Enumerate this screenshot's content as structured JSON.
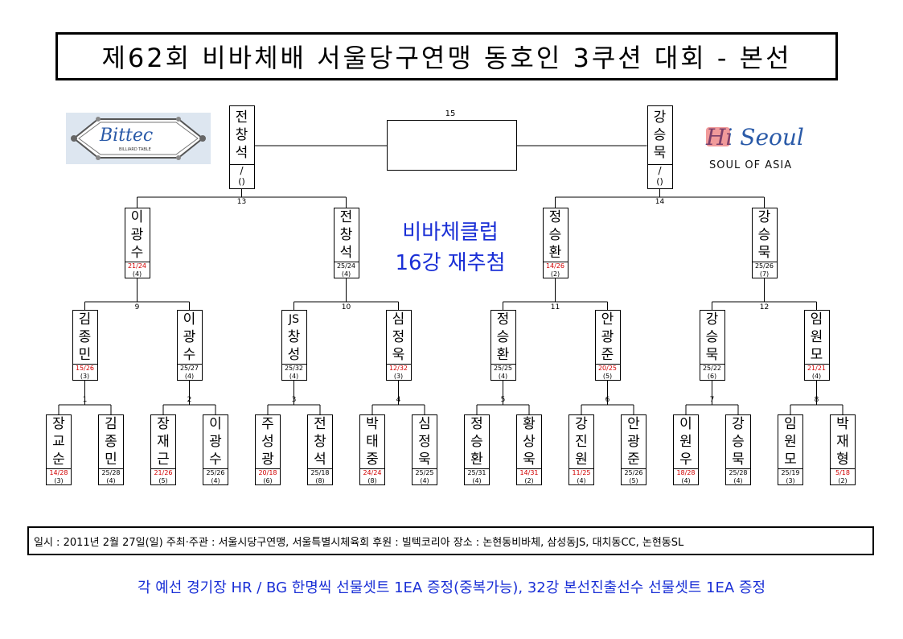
{
  "title": "제62회 비바체배 서울당구연맹 동호인 3쿠션 대회 - 본선",
  "club_note": [
    "비바체클럽",
    "16강 재추첨"
  ],
  "logos": {
    "left_text": "Bittec",
    "left_sub": "BILLIARD TABLE",
    "right_text": "Hi Seoul",
    "right_sub": "SOUL OF ASIA"
  },
  "final": {
    "num": "15"
  },
  "semis": [
    {
      "num": "13",
      "name": [
        "전",
        "창",
        "석"
      ],
      "score": "/",
      "place": "()"
    },
    {
      "num": "14",
      "name": [
        "강",
        "승",
        "묵"
      ],
      "score": "/",
      "place": "()"
    }
  ],
  "quarters": [
    {
      "num": "9",
      "name": [
        "이",
        "광",
        "수"
      ],
      "score": "21/24",
      "place": "(4)",
      "color": "red"
    },
    {
      "num": "10",
      "name": [
        "전",
        "창",
        "석"
      ],
      "score": "25/24",
      "place": "(4)",
      "color": "black"
    },
    {
      "num": "11",
      "name": [
        "정",
        "승",
        "환"
      ],
      "score": "14/26",
      "place": "(2)",
      "color": "red"
    },
    {
      "num": "12",
      "name": [
        "강",
        "승",
        "묵"
      ],
      "score": "25/26",
      "place": "(7)",
      "color": "black"
    }
  ],
  "round16": [
    {
      "name": [
        "김",
        "종",
        "민"
      ],
      "score": "15/26",
      "place": "(3)",
      "color": "red"
    },
    {
      "name": [
        "이",
        "광",
        "수"
      ],
      "score": "25/27",
      "place": "(4)",
      "color": "black"
    },
    {
      "name": [
        "JS",
        "창",
        "성"
      ],
      "score": "25/32",
      "place": "(4)",
      "color": "black"
    },
    {
      "name": [
        "심",
        "정",
        "욱"
      ],
      "score": "12/32",
      "place": "(3)",
      "color": "red"
    },
    {
      "name": [
        "정",
        "승",
        "환"
      ],
      "score": "25/25",
      "place": "(4)",
      "color": "black"
    },
    {
      "name": [
        "안",
        "광",
        "준"
      ],
      "score": "20/25",
      "place": "(5)",
      "color": "red"
    },
    {
      "name": [
        "강",
        "승",
        "묵"
      ],
      "score": "25/22",
      "place": "(6)",
      "color": "black"
    },
    {
      "name": [
        "임",
        "원",
        "모"
      ],
      "score": "21/21",
      "place": "(4)",
      "color": "red"
    }
  ],
  "round32": [
    {
      "num": "1",
      "players": [
        {
          "name": [
            "장",
            "교",
            "순"
          ],
          "score": "14/28",
          "place": "(3)",
          "color": "red"
        },
        {
          "name": [
            "김",
            "종",
            "민"
          ],
          "score": "25/28",
          "place": "(4)",
          "color": "black"
        }
      ]
    },
    {
      "num": "2",
      "players": [
        {
          "name": [
            "장",
            "재",
            "근"
          ],
          "score": "21/26",
          "place": "(5)",
          "color": "red"
        },
        {
          "name": [
            "이",
            "광",
            "수"
          ],
          "score": "25/26",
          "place": "(4)",
          "color": "black"
        }
      ]
    },
    {
      "num": "3",
      "players": [
        {
          "name": [
            "주",
            "성",
            "광"
          ],
          "score": "20/18",
          "place": "(6)",
          "color": "red"
        },
        {
          "name": [
            "전",
            "창",
            "석"
          ],
          "score": "25/18",
          "place": "(8)",
          "color": "black"
        }
      ]
    },
    {
      "num": "4",
      "players": [
        {
          "name": [
            "박",
            "태",
            "중"
          ],
          "score": "24/24",
          "place": "(8)",
          "color": "red"
        },
        {
          "name": [
            "심",
            "정",
            "욱"
          ],
          "score": "25/25",
          "place": "(4)",
          "color": "black"
        }
      ]
    },
    {
      "num": "5",
      "players": [
        {
          "name": [
            "정",
            "승",
            "환"
          ],
          "score": "25/31",
          "place": "(4)",
          "color": "black"
        },
        {
          "name": [
            "황",
            "상",
            "욱"
          ],
          "score": "14/31",
          "place": "(2)",
          "color": "red"
        }
      ]
    },
    {
      "num": "6",
      "players": [
        {
          "name": [
            "강",
            "진",
            "원"
          ],
          "score": "11/25",
          "place": "(4)",
          "color": "red"
        },
        {
          "name": [
            "안",
            "광",
            "준"
          ],
          "score": "25/26",
          "place": "(5)",
          "color": "black"
        }
      ]
    },
    {
      "num": "7",
      "players": [
        {
          "name": [
            "이",
            "원",
            "우"
          ],
          "score": "18/28",
          "place": "(4)",
          "color": "red"
        },
        {
          "name": [
            "강",
            "승",
            "묵"
          ],
          "score": "25/28",
          "place": "(4)",
          "color": "black"
        }
      ]
    },
    {
      "num": "8",
      "players": [
        {
          "name": [
            "임",
            "원",
            "모"
          ],
          "score": "25/19",
          "place": "(3)",
          "color": "black"
        },
        {
          "name": [
            "박",
            "재",
            "형"
          ],
          "score": "5/18",
          "place": "(2)",
          "color": "red"
        }
      ]
    }
  ],
  "info_line": "일시 : 2011년 2월 27일(일)  주최·주관 : 서울시당구연맹, 서울특별시체육회  후원 : 빌텍코리아   장소 : 논현동비바체, 삼성동JS, 대치동CC, 논현동SL",
  "footer_note": "각 예선 경기장 HR / BG 한명씩 선물셋트 1EA 증정(중복가능), 32강 본선진출선수 선물셋트 1EA 증정",
  "colors": {
    "red": "#d00000",
    "blue": "#1a2fd6",
    "black": "#000000"
  }
}
